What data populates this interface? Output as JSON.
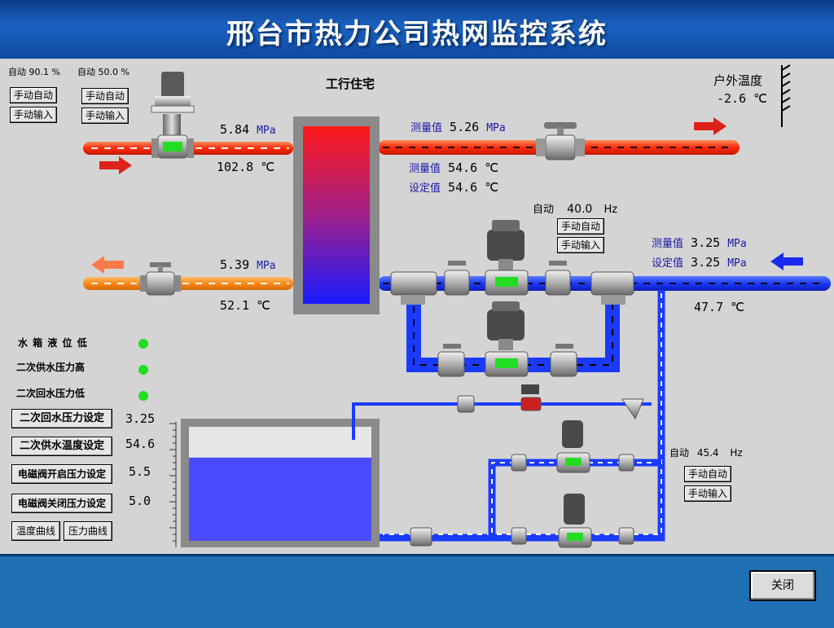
{
  "window": {
    "title": "邢台市热力公司热网监控系统"
  },
  "station": {
    "name": "工行住宅"
  },
  "valve_left": {
    "auto_label": "自动",
    "auto_value": "90.1",
    "unit": "%",
    "btn_manual_auto": "手动自动",
    "btn_manual_input": "手动输入"
  },
  "valve_right": {
    "auto_label": "自动",
    "auto_value": "50.0",
    "unit": "%",
    "btn_manual_auto": "手动自动",
    "btn_manual_input": "手动输入"
  },
  "outdoor": {
    "label": "户外温度",
    "value": "-2.6",
    "unit": "℃"
  },
  "primary_supply": {
    "pressure": "5.84",
    "pressure_unit": "MPa",
    "temp": "102.8",
    "temp_unit": "℃"
  },
  "primary_return": {
    "pressure": "5.39",
    "pressure_unit": "MPa",
    "temp": "52.1",
    "temp_unit": "℃"
  },
  "secondary_supply": {
    "measured_label": "测量值",
    "pressure": "5.26",
    "pressure_unit": "MPa",
    "temp_measured": "54.6",
    "temp_setpoint_label": "设定值",
    "temp_setpoint": "54.6",
    "temp_unit": "℃"
  },
  "pump_main": {
    "auto_label": "自动",
    "freq": "40.0",
    "freq_unit": "Hz",
    "btn_manual_auto": "手动自动",
    "btn_manual_input": "手动输入"
  },
  "secondary_return": {
    "measured_label": "测量值",
    "setpoint_label": "设定值",
    "pressure": "3.25",
    "setpoint": "3.25",
    "pressure_unit": "MPa",
    "temp": "47.7",
    "temp_unit": "℃"
  },
  "pump_makeup": {
    "auto_label": "自动",
    "freq": "45.4",
    "freq_unit": "Hz",
    "btn_manual_auto": "手动自动",
    "btn_manual_input": "手动输入"
  },
  "alarms": [
    {
      "label": "水 箱 液 位 低",
      "color": "#22dd22"
    },
    {
      "label": "二次供水压力高",
      "color": "#22dd22"
    },
    {
      "label": "二次回水压力低",
      "color": "#22dd22"
    }
  ],
  "settings": [
    {
      "label": "二次回水压力设定",
      "value": "3.25"
    },
    {
      "label": "二次供水温度设定",
      "value": "54.6"
    },
    {
      "label": "电磁阀开启压力设定",
      "value": "5.5"
    },
    {
      "label": "电磁阀关闭压力设定",
      "value": "5.0"
    }
  ],
  "curves": {
    "temp": "温度曲线",
    "pressure": "压力曲线"
  },
  "tank": {
    "level_percent": 73
  },
  "footer": {
    "close": "关闭"
  },
  "colors": {
    "hot": "#ff3a1a",
    "return_orange": "#ff8a1a",
    "water": "#1a3aff",
    "tank_water": "#4a4aff"
  }
}
